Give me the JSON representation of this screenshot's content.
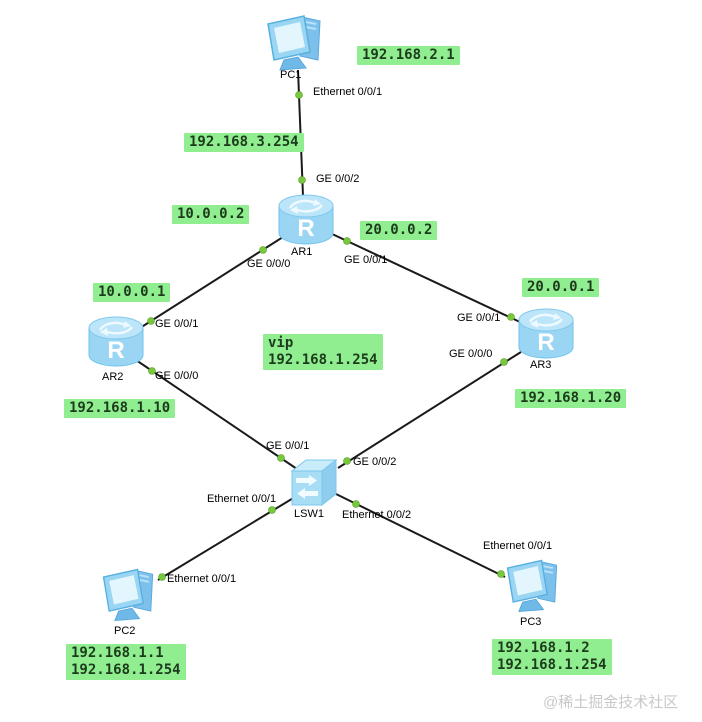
{
  "canvas": {
    "watermark": "@稀土掘金技术社区"
  },
  "devices": {
    "pc1": "PC1",
    "ar1": "AR1",
    "ar2": "AR2",
    "ar3": "AR3",
    "lsw1": "LSW1",
    "pc2": "PC2",
    "pc3": "PC3"
  },
  "ip_labels": {
    "pc1_ip": "192.168.2.1",
    "ar1_gw": "192.168.3.254",
    "ar1_left": "10.0.0.2",
    "ar1_right": "20.0.0.2",
    "ar2_wan": "10.0.0.1",
    "ar3_wan": "20.0.0.1",
    "vip": "vip\n192.168.1.254",
    "ar2_lan": "192.168.1.10",
    "ar3_lan": "192.168.1.20",
    "pc2_ip": "192.168.1.1\n192.168.1.254",
    "pc3_ip": "192.168.1.2\n192.168.1.254"
  },
  "port_labels": {
    "pc1_eth": "Ethernet 0/0/1",
    "ar1_ge002": "GE 0/0/2",
    "ar1_ge000": "GE 0/0/0",
    "ar1_ge001": "GE 0/0/1",
    "ar2_ge001": "GE 0/0/1",
    "ar2_ge000": "GE 0/0/0",
    "ar3_ge001": "GE 0/0/1",
    "ar3_ge000": "GE 0/0/0",
    "lsw1_ge001": "GE 0/0/1",
    "lsw1_ge002": "GE 0/0/2",
    "lsw1_eth001": "Ethernet 0/0/1",
    "lsw1_eth002": "Ethernet 0/0/2",
    "pc2_eth": "Ethernet 0/0/1",
    "pc3_eth": "Ethernet 0/0/1"
  },
  "links": [
    {
      "from": "PC1 Ethernet 0/0/1",
      "to": "AR1 GE 0/0/2"
    },
    {
      "from": "AR1 GE 0/0/0",
      "to": "AR2 GE 0/0/1"
    },
    {
      "from": "AR1 GE 0/0/1",
      "to": "AR3 GE 0/0/1"
    },
    {
      "from": "AR2 GE 0/0/0",
      "to": "LSW1 GE 0/0/1"
    },
    {
      "from": "AR3 GE 0/0/0",
      "to": "LSW1 GE 0/0/2"
    },
    {
      "from": "LSW1 Ethernet 0/0/1",
      "to": "PC2 Ethernet 0/0/1"
    },
    {
      "from": "LSW1 Ethernet 0/0/2",
      "to": "PC3 Ethernet 0/0/1"
    }
  ],
  "colors": {
    "label_bg": "#90EE90",
    "link": "#1a1a1a",
    "port_dot": "#76c83c",
    "device_blue": "#9ad6f4"
  }
}
